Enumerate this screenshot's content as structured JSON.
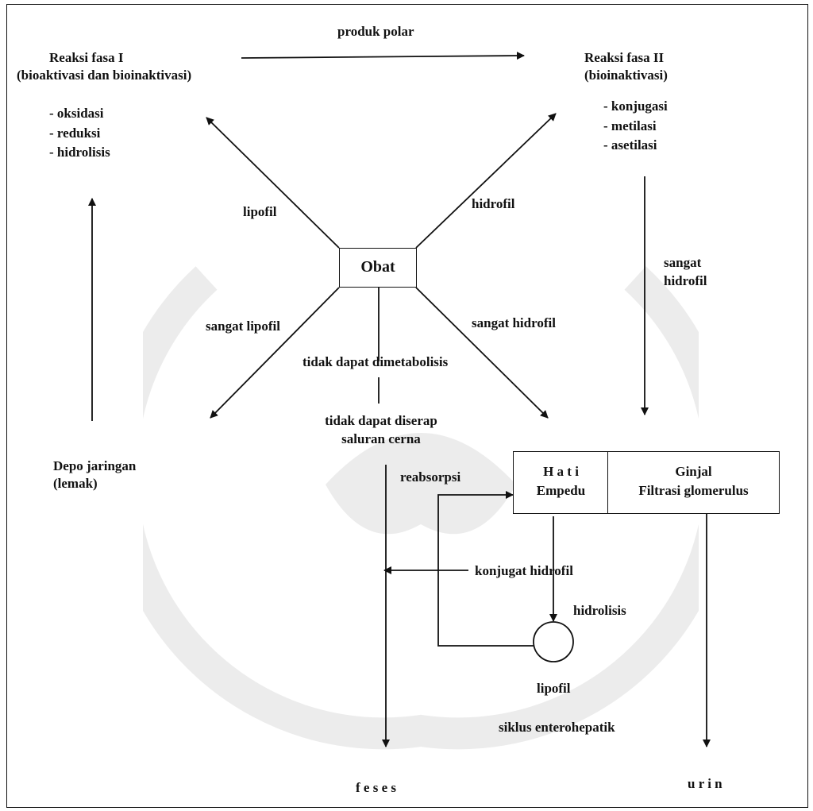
{
  "fase1": {
    "title": "Reaksi fasa I",
    "subtitle": "(bioaktivasi dan bioinaktivasi)",
    "items": [
      "- oksidasi",
      "- reduksi",
      "- hidrolisis"
    ]
  },
  "fase2": {
    "title": "Reaksi fasa II",
    "subtitle": "(bioinaktivasi)",
    "items": [
      "- konjugasi",
      "- metilasi",
      "- asetilasi"
    ]
  },
  "center": "Obat",
  "labels": {
    "produk_polar": "produk polar",
    "lipofil": "lipofil",
    "hidrofil": "hidrofil",
    "sangat_hidrofil_right": [
      "sangat",
      "hidrofil"
    ],
    "sangat_lipofil": "sangat lipofil",
    "sangat_hidrofil": "sangat hidrofil",
    "tidak_metabolisis": "tidak dapat dimetabolisis",
    "tidak_diserap": [
      "tidak dapat diserap",
      "saluran cerna"
    ],
    "depo": [
      "Depo jaringan",
      "(lemak)"
    ],
    "reabsorpsi": "reabsorpsi",
    "konjugat": "konjugat hidrofil",
    "hidrolisis": "hidrolisis",
    "lipofil_bottom": "lipofil",
    "siklus": "siklus enterohepatik",
    "feses": "f e s e s",
    "urin": "u r i n"
  },
  "organs": {
    "hati": [
      "H a t i",
      "Empedu"
    ],
    "ginjal": [
      "Ginjal",
      "Filtrasi glomerulus"
    ]
  }
}
